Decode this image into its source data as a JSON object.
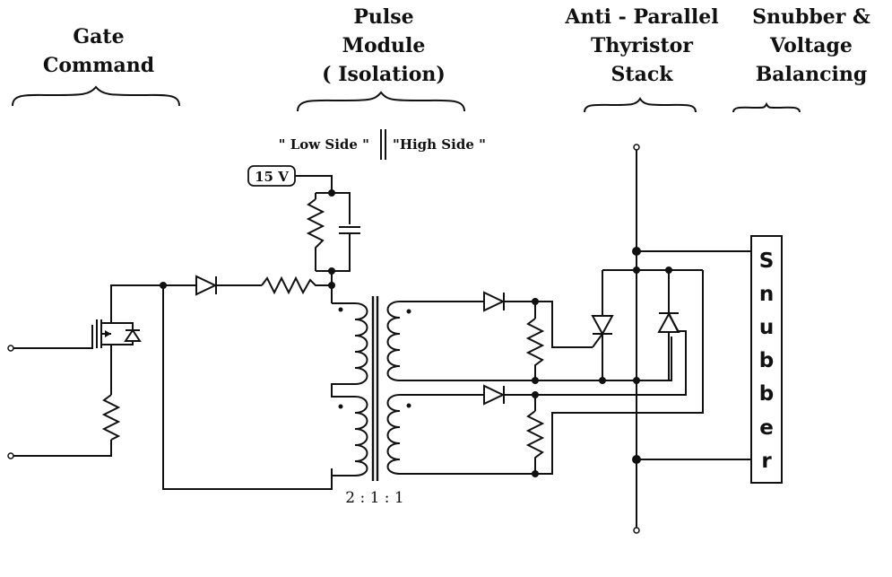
{
  "headers": {
    "gate": [
      "Gate",
      "Command"
    ],
    "pulse": [
      "Pulse",
      "Module",
      "( Isolation)"
    ],
    "thyristor": [
      "Anti - Parallel",
      "Thyristor",
      "Stack"
    ],
    "snubber": [
      "Snubber &",
      "Voltage",
      "Balancing"
    ]
  },
  "sides": {
    "low": "\" Low Side \"",
    "high": "\"High Side \""
  },
  "supply": "15 V",
  "ratio": "2 : 1 : 1",
  "snubber_box": [
    "S",
    "n",
    "u",
    "b",
    "b",
    "e",
    "r"
  ]
}
